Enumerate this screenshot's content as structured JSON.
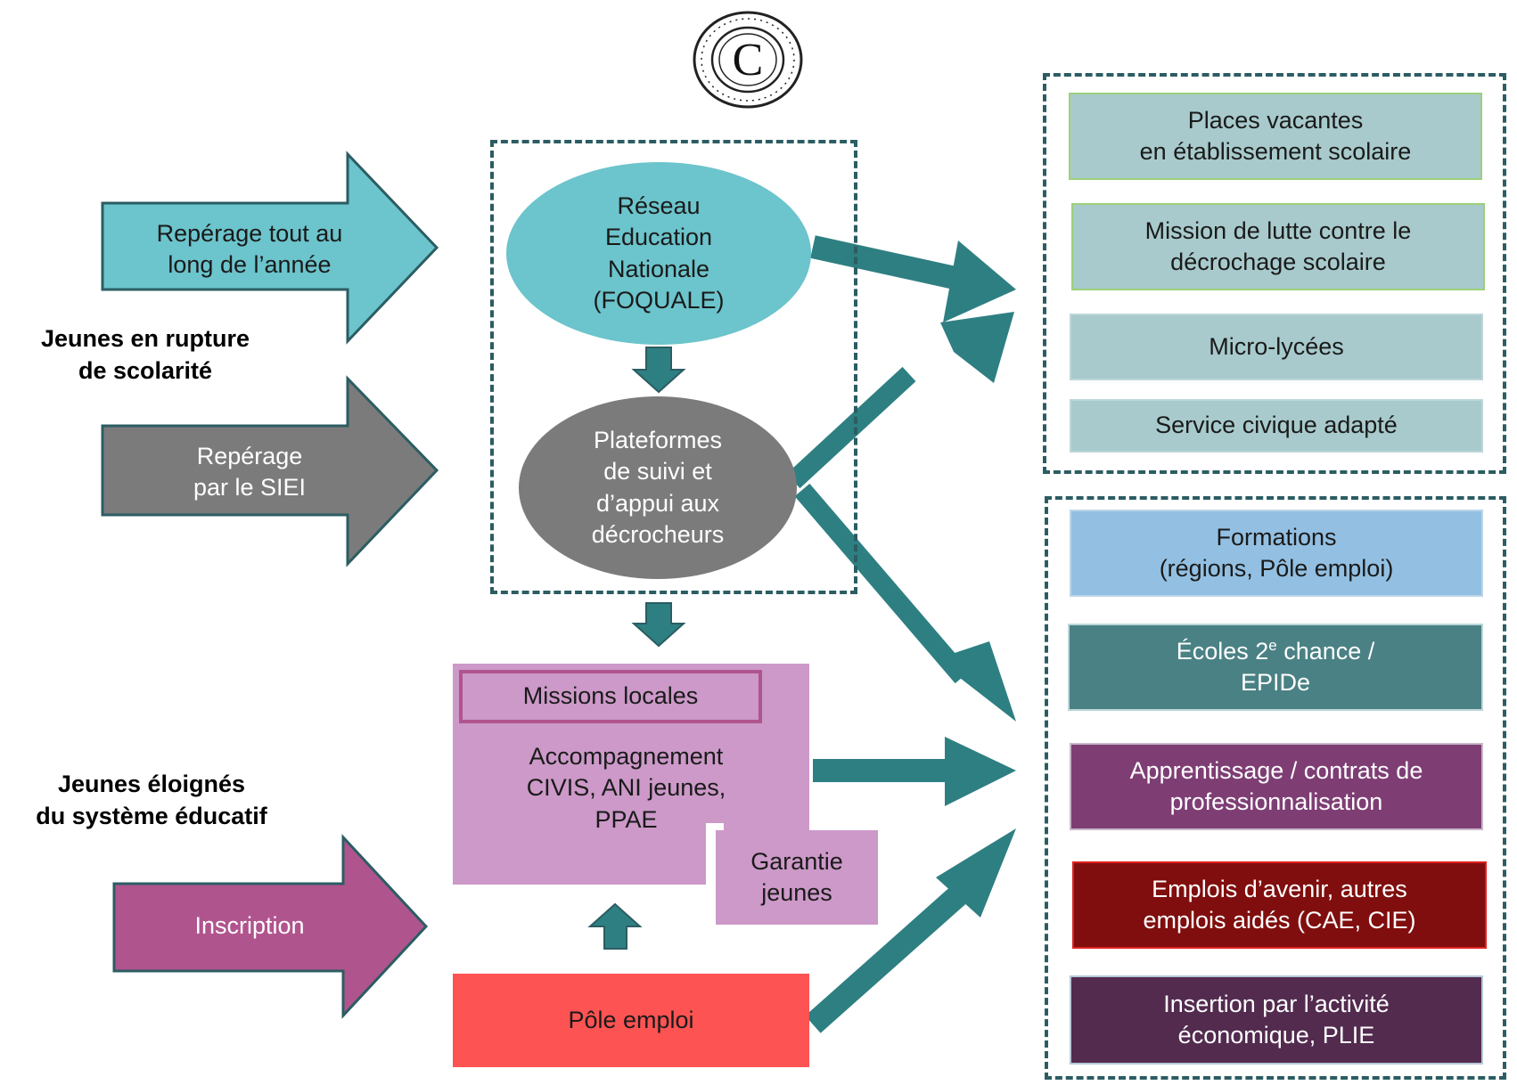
{
  "colors": {
    "teal_dark": "#2e7f82",
    "dashed_border": "#2b5d63",
    "light_teal": "#6cc4cc",
    "gray": "#7b7b7b",
    "magenta": "#b0548e",
    "pink_light": "#cc99c8",
    "red": "#fe5353",
    "box_greyteal": "#a8cacc",
    "box_blue": "#93c0e2",
    "box_teal": "#4a8184",
    "box_purple": "#7e3e74",
    "box_darkred": "#800e0e",
    "box_plum": "#532b4f"
  },
  "logo": {
    "letter": "C"
  },
  "left_labels": {
    "rupture": "Jeunes en rupture\nde scolarité",
    "eloignes": "Jeunes éloignés\ndu système éducatif"
  },
  "input_arrows": {
    "reperage_annee": "Repérage tout au\nlong de l’année",
    "reperage_siei": "Repérage\npar le SIEI",
    "inscription": "Inscription"
  },
  "center": {
    "reseau": "Réseau\nEducation\nNationale\n(FOQUALE)",
    "plateformes": "Plateformes\nde suivi et\nd’appui aux\ndécrocheurs",
    "missions_locales": "Missions locales",
    "accompagnement": "Accompagnement\nCIVIS, ANI jeunes,\nPPAE",
    "garantie": "Garantie\njeunes",
    "pole_emploi": "Pôle emploi"
  },
  "right_top": [
    {
      "label": "Places vacantes\nen établissement scolaire"
    },
    {
      "label": "Mission de lutte contre le\ndécrochage scolaire"
    },
    {
      "label": "Micro-lycées"
    },
    {
      "label": "Service civique adapté"
    }
  ],
  "right_bottom": {
    "formations": "Formations\n(régions, Pôle emploi)",
    "ecoles_a": "Écoles 2",
    "ecoles_sup": "e",
    "ecoles_b": " chance /\nEPIDe",
    "apprentissage": "Apprentissage / contrats de\nprofessionnalisation",
    "emplois": "Emplois d’avenir, autres\nemplois aidés (CAE, CIE)",
    "insertion": "Insertion par l’activité\néconomique, PLIE"
  }
}
